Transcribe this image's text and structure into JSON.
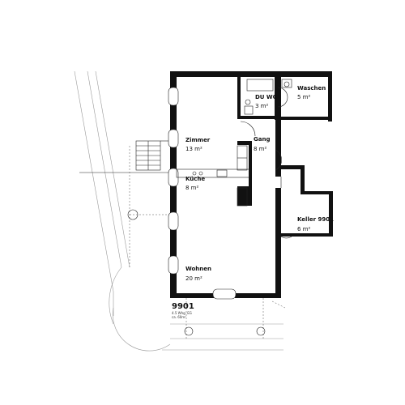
{
  "unit": {
    "title": "9901",
    "subtitle_line1": "4.5 Whg. EG",
    "subtitle_line2": "ca. 60m²"
  },
  "rooms": [
    {
      "id": "zimmer",
      "label": "Zimmer",
      "area": "13 m²"
    },
    {
      "id": "kueche",
      "label": "Küche",
      "area": "8 m²"
    },
    {
      "id": "wohnen",
      "label": "Wohnen",
      "area": "20 m²"
    },
    {
      "id": "duwc",
      "label": "DU WC",
      "area": "3 m²"
    },
    {
      "id": "waschen",
      "label": "Waschen",
      "area": "5 m²"
    },
    {
      "id": "gang",
      "label": "Gang",
      "area": "8 m²"
    },
    {
      "id": "keller",
      "label": "Keller 9901",
      "area": "6 m²"
    }
  ]
}
